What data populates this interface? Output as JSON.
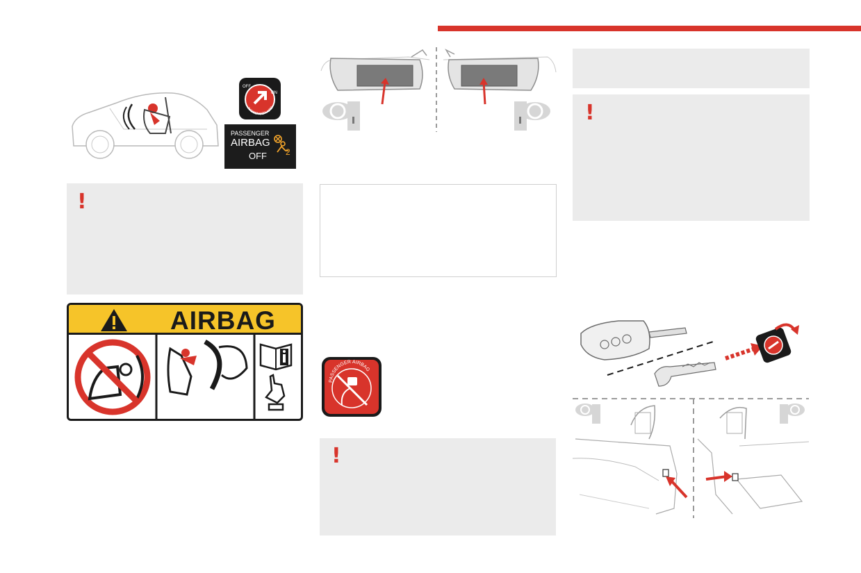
{
  "header": {
    "accent_color": "#d8342b"
  },
  "warnings": {
    "mark": "!",
    "left_box_mark": "!",
    "middle_box_mark": "!",
    "right_box_mark": "!"
  },
  "airbag_off_indicator": {
    "line1": "PASSENGER",
    "line2": "AIRBAG",
    "line3": "OFF",
    "icon": "airbag-off-symbol-icon"
  },
  "airbag_label": {
    "title": "AIRBAG",
    "icons": [
      "warning-triangle-icon",
      "no-rear-facing-child-seat-icon",
      "child-seat-airbag-impact-icon",
      "read-manual-icon"
    ]
  },
  "switch_knob": {
    "ring_text": "PASSENGER AIRBAG",
    "left_text": "OFF",
    "right_text": "ON"
  },
  "passenger_airbag_sticker": {
    "ring_text": "PASSENGER AIRBAG"
  },
  "colors": {
    "warning_red": "#d8342b",
    "label_yellow": "#f6c429",
    "box_grey": "#ebebeb",
    "line_grey": "#9a9a9a"
  }
}
